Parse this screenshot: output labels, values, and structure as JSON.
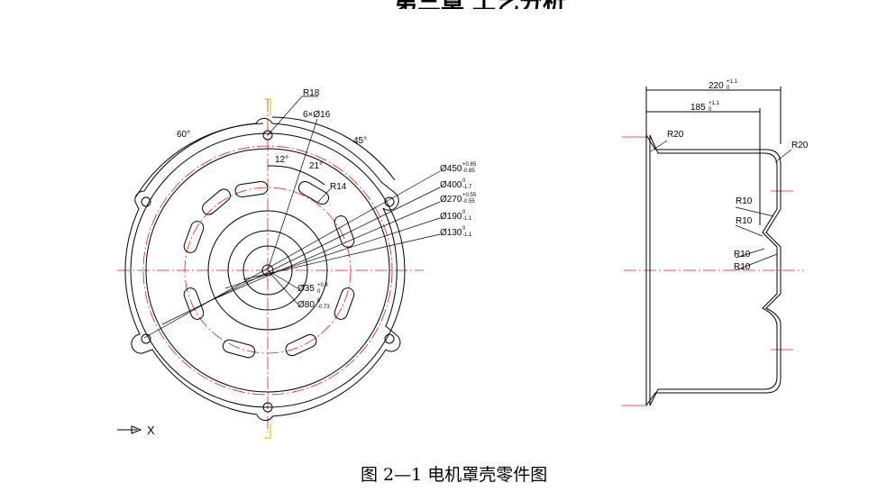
{
  "header": {
    "title": "第三章 工艺分析"
  },
  "caption": "图 2—1 电机罩壳零件图",
  "axis_indicator": "X",
  "front_view": {
    "labels": {
      "r18": "R18",
      "holes": "6×Ø16",
      "angle60": "60°",
      "angle45": "45°",
      "angle12": "12°",
      "angle21": "21°",
      "r14": "R14"
    },
    "diameters": [
      {
        "base": "Ø450",
        "upper": "+0.85",
        "lower": "-0.85"
      },
      {
        "base": "Ø400",
        "upper": "0",
        "lower": "-1.7"
      },
      {
        "base": "Ø270",
        "upper": "+0.55",
        "lower": "-0.55"
      },
      {
        "base": "Ø190",
        "upper": "0",
        "lower": "-1.1"
      },
      {
        "base": "Ø130",
        "upper": "0",
        "lower": "-1.1"
      }
    ],
    "inner_diameters": [
      {
        "base": "Ø35",
        "upper": "+0.4",
        "lower": "0"
      },
      {
        "base": "Ø80",
        "upper": "0",
        "lower": "-0.73"
      }
    ]
  },
  "side_view": {
    "overall_length": {
      "base": "220",
      "upper": "+1.1",
      "lower": "0"
    },
    "inner_length": {
      "base": "185",
      "upper": "+1.1",
      "lower": "0"
    },
    "radii": [
      "R20",
      "R20",
      "R10",
      "R10",
      "R10",
      "R10"
    ]
  },
  "colors": {
    "line": "#000000",
    "centerline": "#e0201c",
    "accent": "#f0c419"
  }
}
